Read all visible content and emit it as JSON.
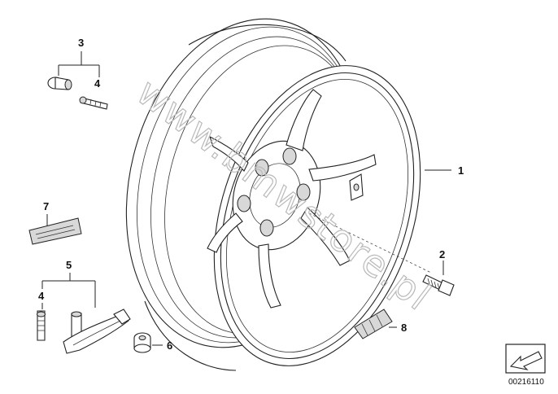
{
  "callouts": {
    "c1": "1",
    "c2": "2",
    "c3": "3",
    "c4a": "4",
    "c4b": "4",
    "c5": "5",
    "c6": "6",
    "c7": "7",
    "c8": "8"
  },
  "watermark": "www.bmwstore.pl",
  "part_number": "00216110",
  "icons": {
    "corner": "arrow-box-icon"
  }
}
